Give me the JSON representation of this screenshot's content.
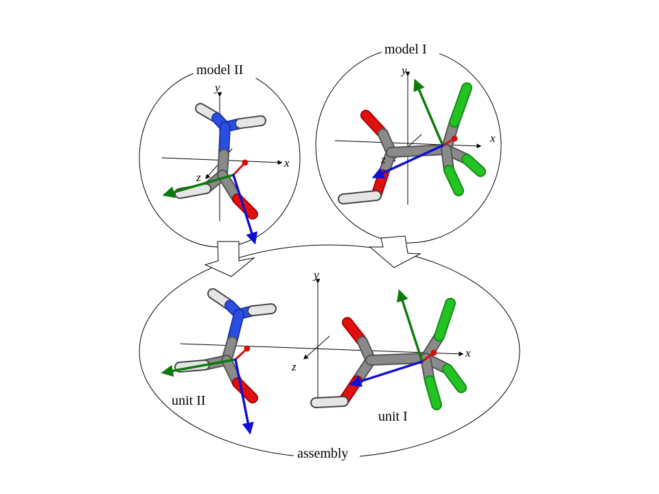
{
  "labels": {
    "model_ii": "model II",
    "model_i": "model I",
    "assembly": "assembly",
    "unit_ii": "unit II",
    "unit_i": "unit I"
  },
  "axes": {
    "x": "x",
    "y": "y",
    "z": "z"
  },
  "colors": {
    "carbon": "#8a8a8a",
    "oxygen": "#e01010",
    "nitrogen": "#2a4fe0",
    "hydrogen": "#e6e6e6",
    "chlorine": "#22c322",
    "green_arrow": "#0a7a0a",
    "blue_arrow": "#1010d0",
    "red_arrow": "#d01010"
  }
}
